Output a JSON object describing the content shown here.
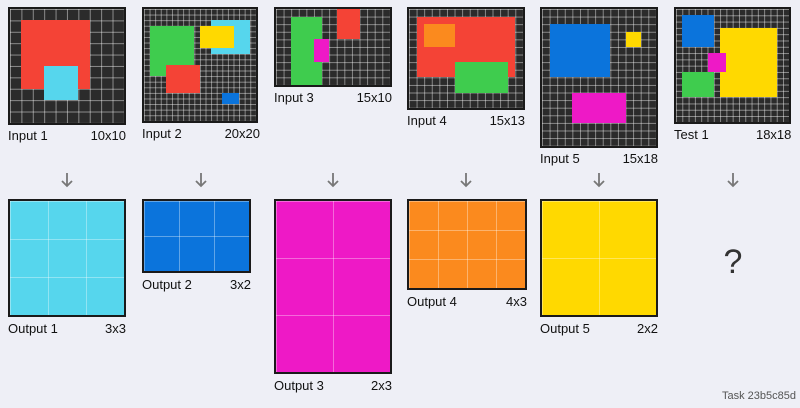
{
  "colors": {
    "background": "#eeeff6",
    "cell": "#2b2b2b",
    "red": "#f44336",
    "cyan": "#56d6ed",
    "green": "#3fcc4e",
    "yellow": "#ffd900",
    "blue": "#0b74dc",
    "magenta": "#ee19c6",
    "orange": "#fb8a1e"
  },
  "examples": [
    {
      "input": {
        "label": "Input 1",
        "size": "10x10",
        "cols": 10,
        "rows": 10,
        "rects": [
          {
            "c": 1,
            "r": 1,
            "w": 6,
            "h": 6,
            "color": "red"
          },
          {
            "c": 3,
            "r": 5,
            "w": 3,
            "h": 3,
            "color": "cyan"
          }
        ]
      },
      "output": {
        "label": "Output 1",
        "size": "3x3",
        "cols": 3,
        "rows": 3,
        "color": "cyan"
      }
    },
    {
      "input": {
        "label": "Input 2",
        "size": "20x20",
        "cols": 20,
        "rows": 20,
        "rects": [
          {
            "c": 1,
            "r": 3,
            "w": 8,
            "h": 9,
            "color": "green"
          },
          {
            "c": 12,
            "r": 2,
            "w": 7,
            "h": 6,
            "color": "cyan"
          },
          {
            "c": 10,
            "r": 3,
            "w": 6,
            "h": 4,
            "color": "yellow"
          },
          {
            "c": 4,
            "r": 10,
            "w": 6,
            "h": 5,
            "color": "red"
          },
          {
            "c": 14,
            "r": 15,
            "w": 3,
            "h": 2,
            "color": "blue"
          }
        ]
      },
      "output": {
        "label": "Output 2",
        "size": "3x2",
        "cols": 3,
        "rows": 2,
        "color": "blue"
      }
    },
    {
      "input": {
        "label": "Input 3",
        "size": "15x10",
        "cols": 15,
        "rows": 10,
        "rects": [
          {
            "c": 2,
            "r": 1,
            "w": 4,
            "h": 9,
            "color": "green"
          },
          {
            "c": 8,
            "r": 0,
            "w": 3,
            "h": 4,
            "color": "red"
          },
          {
            "c": 5,
            "r": 4,
            "w": 2,
            "h": 3,
            "color": "magenta"
          }
        ]
      },
      "output": {
        "label": "Output 3",
        "size": "2x3",
        "cols": 2,
        "rows": 3,
        "color": "magenta"
      }
    },
    {
      "input": {
        "label": "Input 4",
        "size": "15x13",
        "cols": 15,
        "rows": 13,
        "rects": [
          {
            "c": 1,
            "r": 1,
            "w": 13,
            "h": 8,
            "color": "red"
          },
          {
            "c": 2,
            "r": 2,
            "w": 4,
            "h": 3,
            "color": "orange"
          },
          {
            "c": 6,
            "r": 7,
            "w": 7,
            "h": 4,
            "color": "green"
          }
        ]
      },
      "output": {
        "label": "Output 4",
        "size": "4x3",
        "cols": 4,
        "rows": 3,
        "color": "orange"
      }
    },
    {
      "input": {
        "label": "Input 5",
        "size": "15x18",
        "cols": 15,
        "rows": 18,
        "rects": [
          {
            "c": 1,
            "r": 2,
            "w": 8,
            "h": 7,
            "color": "blue"
          },
          {
            "c": 11,
            "r": 3,
            "w": 2,
            "h": 2,
            "color": "yellow"
          },
          {
            "c": 4,
            "r": 11,
            "w": 7,
            "h": 4,
            "color": "magenta"
          }
        ]
      },
      "output": {
        "label": "Output 5",
        "size": "2x2",
        "cols": 2,
        "rows": 2,
        "color": "yellow"
      }
    }
  ],
  "test": {
    "input": {
      "label": "Test 1",
      "size": "18x18",
      "cols": 18,
      "rows": 18,
      "rects": [
        {
          "c": 1,
          "r": 1,
          "w": 5,
          "h": 5,
          "color": "blue"
        },
        {
          "c": 7,
          "r": 3,
          "w": 9,
          "h": 11,
          "color": "yellow"
        },
        {
          "c": 5,
          "r": 7,
          "w": 3,
          "h": 3,
          "color": "magenta"
        },
        {
          "c": 1,
          "r": 10,
          "w": 5,
          "h": 4,
          "color": "green"
        }
      ]
    },
    "output_placeholder": "?"
  },
  "task_label": "Task 23b5c85d"
}
